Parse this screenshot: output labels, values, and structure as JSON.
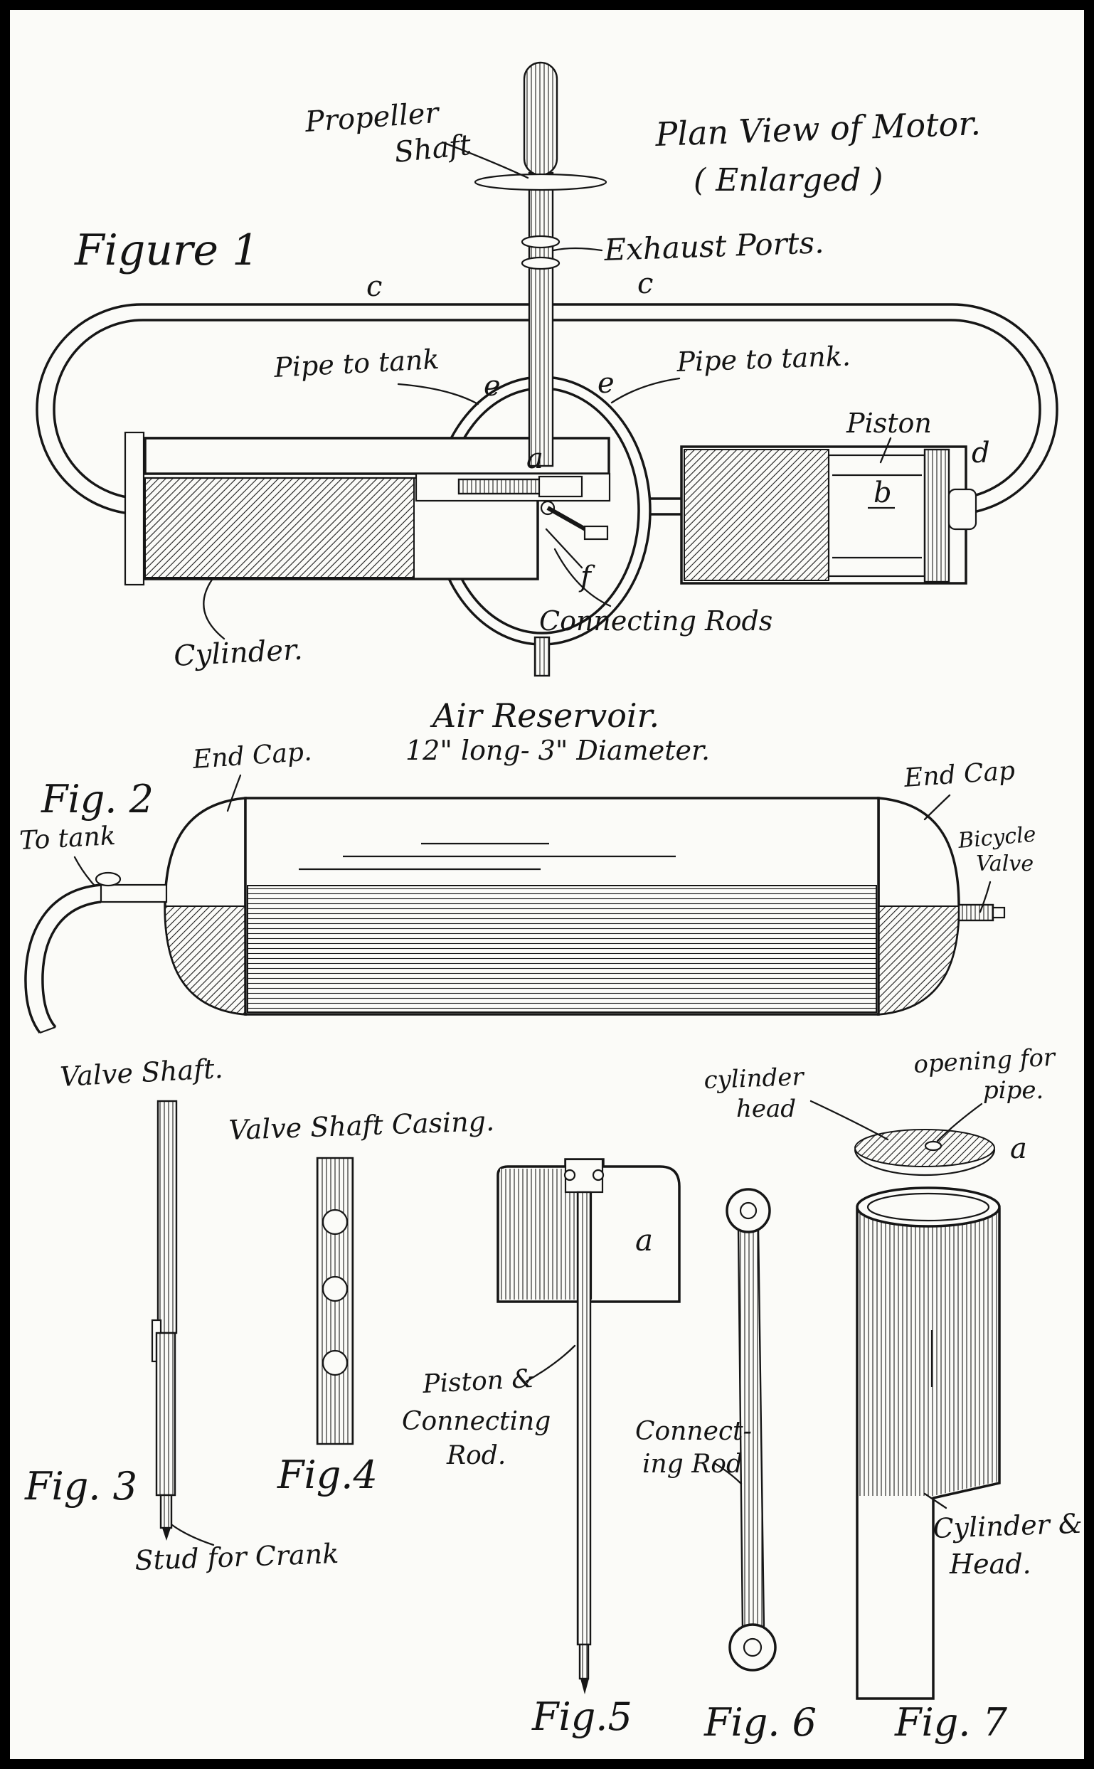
{
  "fig1": {
    "figure": "Figure 1",
    "title1": "Plan View of Motor.",
    "title2": "( Enlarged )",
    "propeller1": "Propeller",
    "propeller2": "Shaft",
    "exhaust": "Exhaust Ports.",
    "pipe_left": "Pipe to tank",
    "pipe_right": "Pipe to tank.",
    "piston": "Piston",
    "connecting_rods": "Connecting Rods",
    "cylinder": "Cylinder.",
    "a": "a",
    "b": "b",
    "c": "c",
    "d": "d",
    "e": "e",
    "f": "f"
  },
  "fig2": {
    "figure": "Fig. 2",
    "title": "Air Reservoir.",
    "subtitle": "12\" long- 3\" Diameter.",
    "end_cap_left": "End Cap.",
    "end_cap_right": "End Cap",
    "to_tank": "To tank",
    "bicycle1": "Bicycle",
    "bicycle2": "Valve"
  },
  "fig3": {
    "figure": "Fig. 3",
    "valve_shaft": "Valve Shaft.",
    "stud": "Stud for Crank"
  },
  "fig4": {
    "figure": "Fig.4",
    "casing": "Valve Shaft Casing."
  },
  "fig5": {
    "figure": "Fig.5",
    "label1": "Piston &",
    "label2": "Connecting",
    "label3": "Rod.",
    "a": "a"
  },
  "fig6": {
    "figure": "Fig. 6",
    "label1": "Connect-",
    "label2": "ing Rod"
  },
  "fig7": {
    "figure": "Fig. 7",
    "head1": "cylinder",
    "head2": "head",
    "opening1": "opening for",
    "opening2": "pipe.",
    "a": "a",
    "label1": "Cylinder &",
    "label2": "Head."
  },
  "colors": {
    "ink": "#161616",
    "paper": "#fbfbf8",
    "frame": "#000000"
  }
}
